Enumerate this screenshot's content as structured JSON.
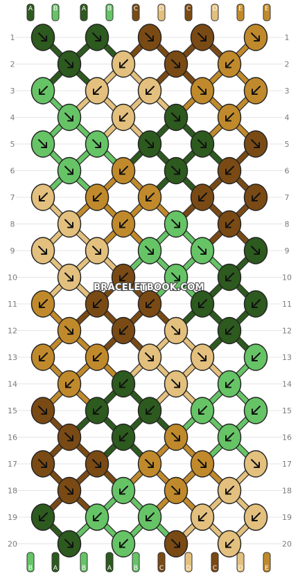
{
  "colors": {
    "A": "#2d5a1e",
    "B": "#66c466",
    "C": "#7a4a15",
    "D": "#e3c07e",
    "E": "#c08a2c"
  },
  "watermark": "BRACELETBOOK.COM",
  "strands": [
    "A",
    "B",
    "A",
    "B",
    "C",
    "D",
    "C",
    "D",
    "E",
    "E"
  ],
  "rows": [
    {
      "label": "1",
      "knots": [
        {
          "c": "A",
          "d": "R"
        },
        {
          "c": "A",
          "d": "R"
        },
        {
          "c": "C",
          "d": "R"
        },
        {
          "c": "C",
          "d": "R"
        },
        {
          "c": "E",
          "d": "R"
        }
      ]
    },
    {
      "label": "2",
      "knots": [
        {
          "c": "A",
          "d": "R"
        },
        {
          "c": "D",
          "d": "L"
        },
        {
          "c": "C",
          "d": "R"
        },
        {
          "c": "E",
          "d": "L"
        }
      ]
    },
    {
      "label": "3",
      "knots": [
        {
          "c": "B",
          "d": "L"
        },
        {
          "c": "D",
          "d": "L"
        },
        {
          "c": "D",
          "d": "L"
        },
        {
          "c": "E",
          "d": "R"
        },
        {
          "c": "E",
          "d": "L"
        }
      ]
    },
    {
      "label": "4",
      "knots": [
        {
          "c": "B",
          "d": "R"
        },
        {
          "c": "D",
          "d": "L"
        },
        {
          "c": "A",
          "d": "R"
        },
        {
          "c": "E",
          "d": "L"
        }
      ]
    },
    {
      "label": "5",
      "knots": [
        {
          "c": "B",
          "d": "R"
        },
        {
          "c": "B",
          "d": "R"
        },
        {
          "c": "A",
          "d": "R"
        },
        {
          "c": "A",
          "d": "R"
        },
        {
          "c": "C",
          "d": "R"
        }
      ]
    },
    {
      "label": "6",
      "knots": [
        {
          "c": "B",
          "d": "R"
        },
        {
          "c": "E",
          "d": "L"
        },
        {
          "c": "A",
          "d": "R"
        },
        {
          "c": "C",
          "d": "L"
        }
      ]
    },
    {
      "label": "7",
      "knots": [
        {
          "c": "D",
          "d": "L"
        },
        {
          "c": "E",
          "d": "L"
        },
        {
          "c": "E",
          "d": "L"
        },
        {
          "c": "C",
          "d": "L"
        },
        {
          "c": "C",
          "d": "L"
        }
      ]
    },
    {
      "label": "8",
      "knots": [
        {
          "c": "D",
          "d": "R"
        },
        {
          "c": "E",
          "d": "L"
        },
        {
          "c": "B",
          "d": "R"
        },
        {
          "c": "C",
          "d": "L"
        }
      ]
    },
    {
      "label": "9",
      "knots": [
        {
          "c": "D",
          "d": "R"
        },
        {
          "c": "D",
          "d": "R"
        },
        {
          "c": "B",
          "d": "R"
        },
        {
          "c": "B",
          "d": "R"
        },
        {
          "c": "A",
          "d": "R"
        }
      ]
    },
    {
      "label": "10",
      "knots": [
        {
          "c": "D",
          "d": "R"
        },
        {
          "c": "C",
          "d": "L"
        },
        {
          "c": "B",
          "d": "R"
        },
        {
          "c": "A",
          "d": "L"
        }
      ]
    },
    {
      "label": "11",
      "knots": [
        {
          "c": "E",
          "d": "L"
        },
        {
          "c": "C",
          "d": "L"
        },
        {
          "c": "C",
          "d": "L"
        },
        {
          "c": "A",
          "d": "L"
        },
        {
          "c": "A",
          "d": "L"
        }
      ]
    },
    {
      "label": "12",
      "knots": [
        {
          "c": "E",
          "d": "R"
        },
        {
          "c": "C",
          "d": "L"
        },
        {
          "c": "D",
          "d": "R"
        },
        {
          "c": "A",
          "d": "L"
        }
      ]
    },
    {
      "label": "13",
      "knots": [
        {
          "c": "E",
          "d": "L"
        },
        {
          "c": "E",
          "d": "L"
        },
        {
          "c": "D",
          "d": "R"
        },
        {
          "c": "D",
          "d": "R"
        },
        {
          "c": "B",
          "d": "L"
        }
      ]
    },
    {
      "label": "14",
      "knots": [
        {
          "c": "E",
          "d": "L"
        },
        {
          "c": "A",
          "d": "L"
        },
        {
          "c": "D",
          "d": "R"
        },
        {
          "c": "B",
          "d": "L"
        }
      ]
    },
    {
      "label": "15",
      "knots": [
        {
          "c": "C",
          "d": "R"
        },
        {
          "c": "A",
          "d": "L"
        },
        {
          "c": "A",
          "d": "L"
        },
        {
          "c": "B",
          "d": "L"
        },
        {
          "c": "B",
          "d": "L"
        }
      ]
    },
    {
      "label": "16",
      "knots": [
        {
          "c": "C",
          "d": "R"
        },
        {
          "c": "A",
          "d": "L"
        },
        {
          "c": "E",
          "d": "R"
        },
        {
          "c": "B",
          "d": "L"
        }
      ]
    },
    {
      "label": "17",
      "knots": [
        {
          "c": "C",
          "d": "R"
        },
        {
          "c": "C",
          "d": "R"
        },
        {
          "c": "E",
          "d": "R"
        },
        {
          "c": "E",
          "d": "R"
        },
        {
          "c": "D",
          "d": "R"
        }
      ]
    },
    {
      "label": "18",
      "knots": [
        {
          "c": "C",
          "d": "R"
        },
        {
          "c": "B",
          "d": "L"
        },
        {
          "c": "E",
          "d": "R"
        },
        {
          "c": "D",
          "d": "L"
        }
      ]
    },
    {
      "label": "19",
      "knots": [
        {
          "c": "A",
          "d": "L"
        },
        {
          "c": "B",
          "d": "L"
        },
        {
          "c": "B",
          "d": "L"
        },
        {
          "c": "D",
          "d": "L"
        },
        {
          "c": "D",
          "d": "L"
        }
      ]
    },
    {
      "label": "20",
      "knots": [
        {
          "c": "A",
          "d": "R"
        },
        {
          "c": "B",
          "d": "L"
        },
        {
          "c": "C",
          "d": "R"
        },
        {
          "c": "D",
          "d": "L"
        }
      ]
    }
  ],
  "bottom_strands": [
    "B",
    "A",
    "B",
    "A",
    "B",
    "C",
    "D",
    "C",
    "D",
    "E",
    "E"
  ]
}
